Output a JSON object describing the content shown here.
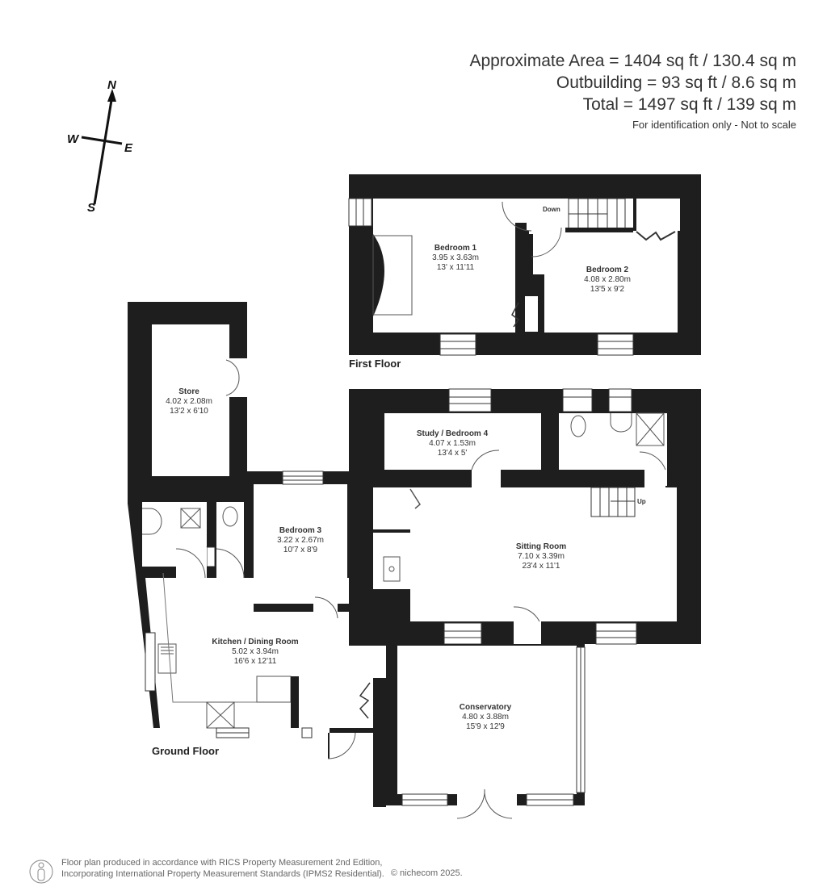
{
  "summary": {
    "approximate_area": "Approximate Area = 1404 sq ft / 130.4 sq m",
    "outbuilding": "Outbuilding = 93 sq ft / 8.6 sq m",
    "total": "Total = 1497 sq ft / 139 sq m",
    "note": "For identification only - Not to scale"
  },
  "compass": {
    "n": "N",
    "s": "S",
    "e": "E",
    "w": "W"
  },
  "floors": {
    "first": {
      "label": "First Floor",
      "stairs_label": "Down",
      "rooms": [
        {
          "name": "Bedroom 1",
          "metric": "3.95 x 3.63m",
          "imperial": "13' x 11'11"
        },
        {
          "name": "Bedroom 2",
          "metric": "4.08 x 2.80m",
          "imperial": "13'5 x 9'2"
        }
      ]
    },
    "ground": {
      "label": "Ground Floor",
      "stairs_label": "Up",
      "rooms": [
        {
          "name": "Store",
          "metric": "4.02 x 2.08m",
          "imperial": "13'2 x 6'10"
        },
        {
          "name": "Study / Bedroom 4",
          "metric": "4.07 x 1.53m",
          "imperial": "13'4 x 5'"
        },
        {
          "name": "Bedroom 3",
          "metric": "3.22 x 2.67m",
          "imperial": "10'7 x 8'9"
        },
        {
          "name": "Sitting Room",
          "metric": "7.10 x 3.39m",
          "imperial": "23'4 x 11'1"
        },
        {
          "name": "Kitchen / Dining Room",
          "metric": "5.02 x 3.94m",
          "imperial": "16'6 x 12'11"
        },
        {
          "name": "Conservatory",
          "metric": "4.80 x 3.88m",
          "imperial": "15'9 x 12'9"
        }
      ]
    }
  },
  "footer": {
    "line1": "Floor plan produced in accordance with RICS Property Measurement 2nd Edition,",
    "line2": "Incorporating International Property Measurement Standards (IPMS2 Residential).",
    "copyright": "© nichecom 2025."
  },
  "colors": {
    "wall": "#1e1e1e",
    "text": "#333333",
    "fixture_line": "#555555"
  }
}
